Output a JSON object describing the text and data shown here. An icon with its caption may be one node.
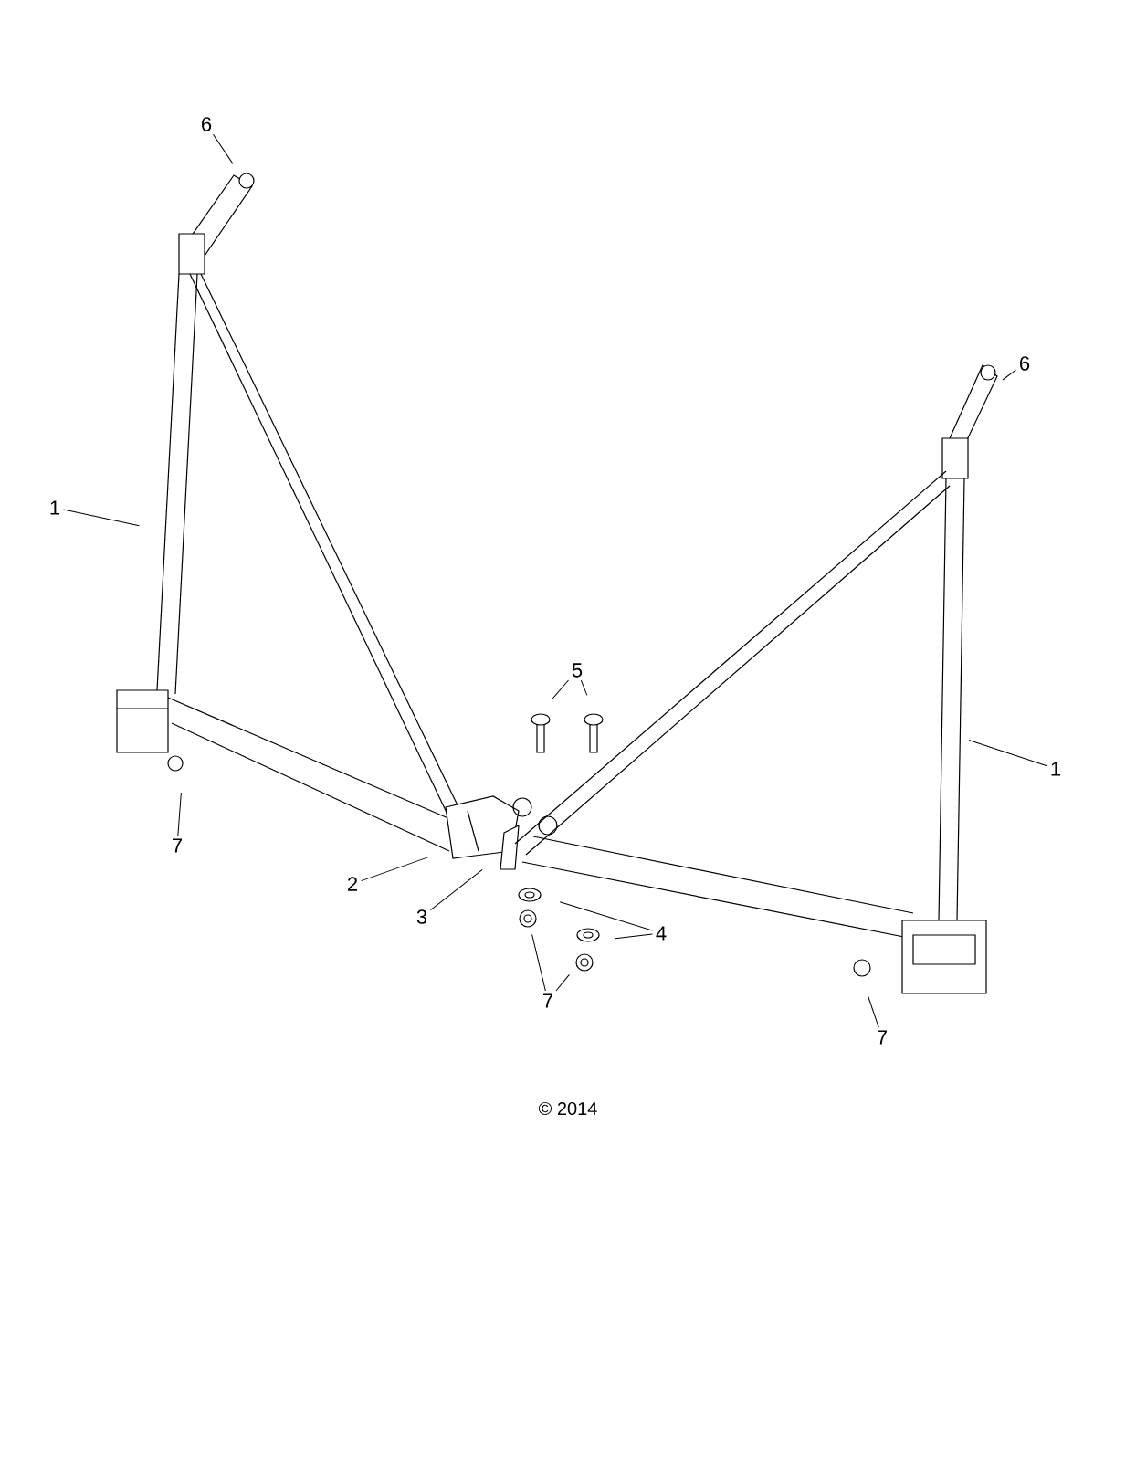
{
  "diagram": {
    "nodes": [
      {
        "text": [
          "6"
        ]
      },
      {
        "text": [
          "6"
        ]
      },
      {
        "text": [
          "1"
        ]
      },
      {
        "text": [
          "1"
        ]
      },
      {
        "text": [
          "5"
        ]
      },
      {
        "text": [
          "7"
        ]
      },
      {
        "text": [
          "2"
        ]
      },
      {
        "text": [
          "3"
        ]
      },
      {
        "text": [
          "4"
        ]
      },
      {
        "text": [
          "7"
        ]
      },
      {
        "text": [
          "7"
        ]
      }
    ],
    "edges": [
      {
        "from": 0,
        "to": null,
        "arrow": "none"
      },
      {
        "from": 1,
        "to": null,
        "arrow": "none"
      },
      {
        "from": 2,
        "to": null,
        "arrow": "none"
      },
      {
        "from": 3,
        "to": null,
        "arrow": "none"
      },
      {
        "from": 4,
        "to": null,
        "arrow": "none"
      },
      {
        "from": 4,
        "to": null,
        "arrow": "none"
      },
      {
        "from": 5,
        "to": null,
        "arrow": "none"
      },
      {
        "from": 6,
        "to": null,
        "arrow": "none"
      },
      {
        "from": 7,
        "to": null,
        "arrow": "none"
      },
      {
        "from": 8,
        "to": null,
        "arrow": "none"
      },
      {
        "from": 8,
        "to": null,
        "arrow": "none"
      },
      {
        "from": 9,
        "to": null,
        "arrow": "none"
      },
      {
        "from": 9,
        "to": null,
        "arrow": "none"
      },
      {
        "from": 10,
        "to": null,
        "arrow": "none"
      }
    ],
    "labels": [
      "© 2014"
    ]
  }
}
